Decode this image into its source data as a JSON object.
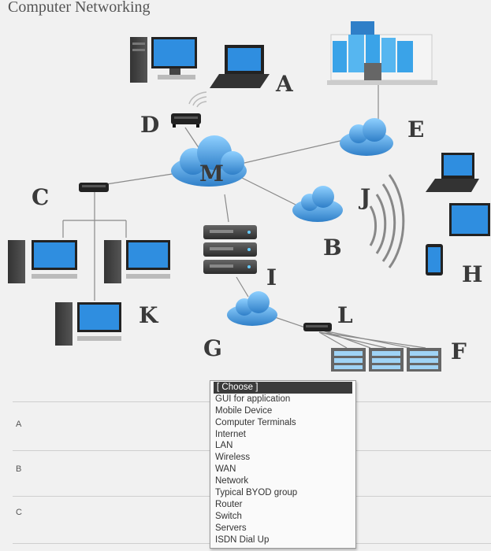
{
  "page": {
    "title": "Computer Networking"
  },
  "diagram": {
    "labels": {
      "a": "A",
      "b": "B",
      "c": "C",
      "d": "D",
      "e": "E",
      "f": "F",
      "g": "G",
      "h": "H",
      "i": "I",
      "j": "J",
      "k": "K",
      "l": "L",
      "m": "M"
    }
  },
  "questions": [
    {
      "label": "A"
    },
    {
      "label": "B"
    },
    {
      "label": "C"
    }
  ],
  "dropdown": {
    "options": [
      "[ Choose ]",
      "GUI for application",
      "Mobile Device",
      "Computer Terminals",
      "Internet",
      "LAN",
      "Wireless",
      "WAN",
      "Network",
      "Typical BYOD group",
      "Router",
      "Switch",
      "Servers",
      "ISDN Dial Up"
    ]
  },
  "colors": {
    "cloud": "#3b8fd6",
    "screen": "#2f8ee0",
    "building_glass": "#3aa3e8"
  }
}
